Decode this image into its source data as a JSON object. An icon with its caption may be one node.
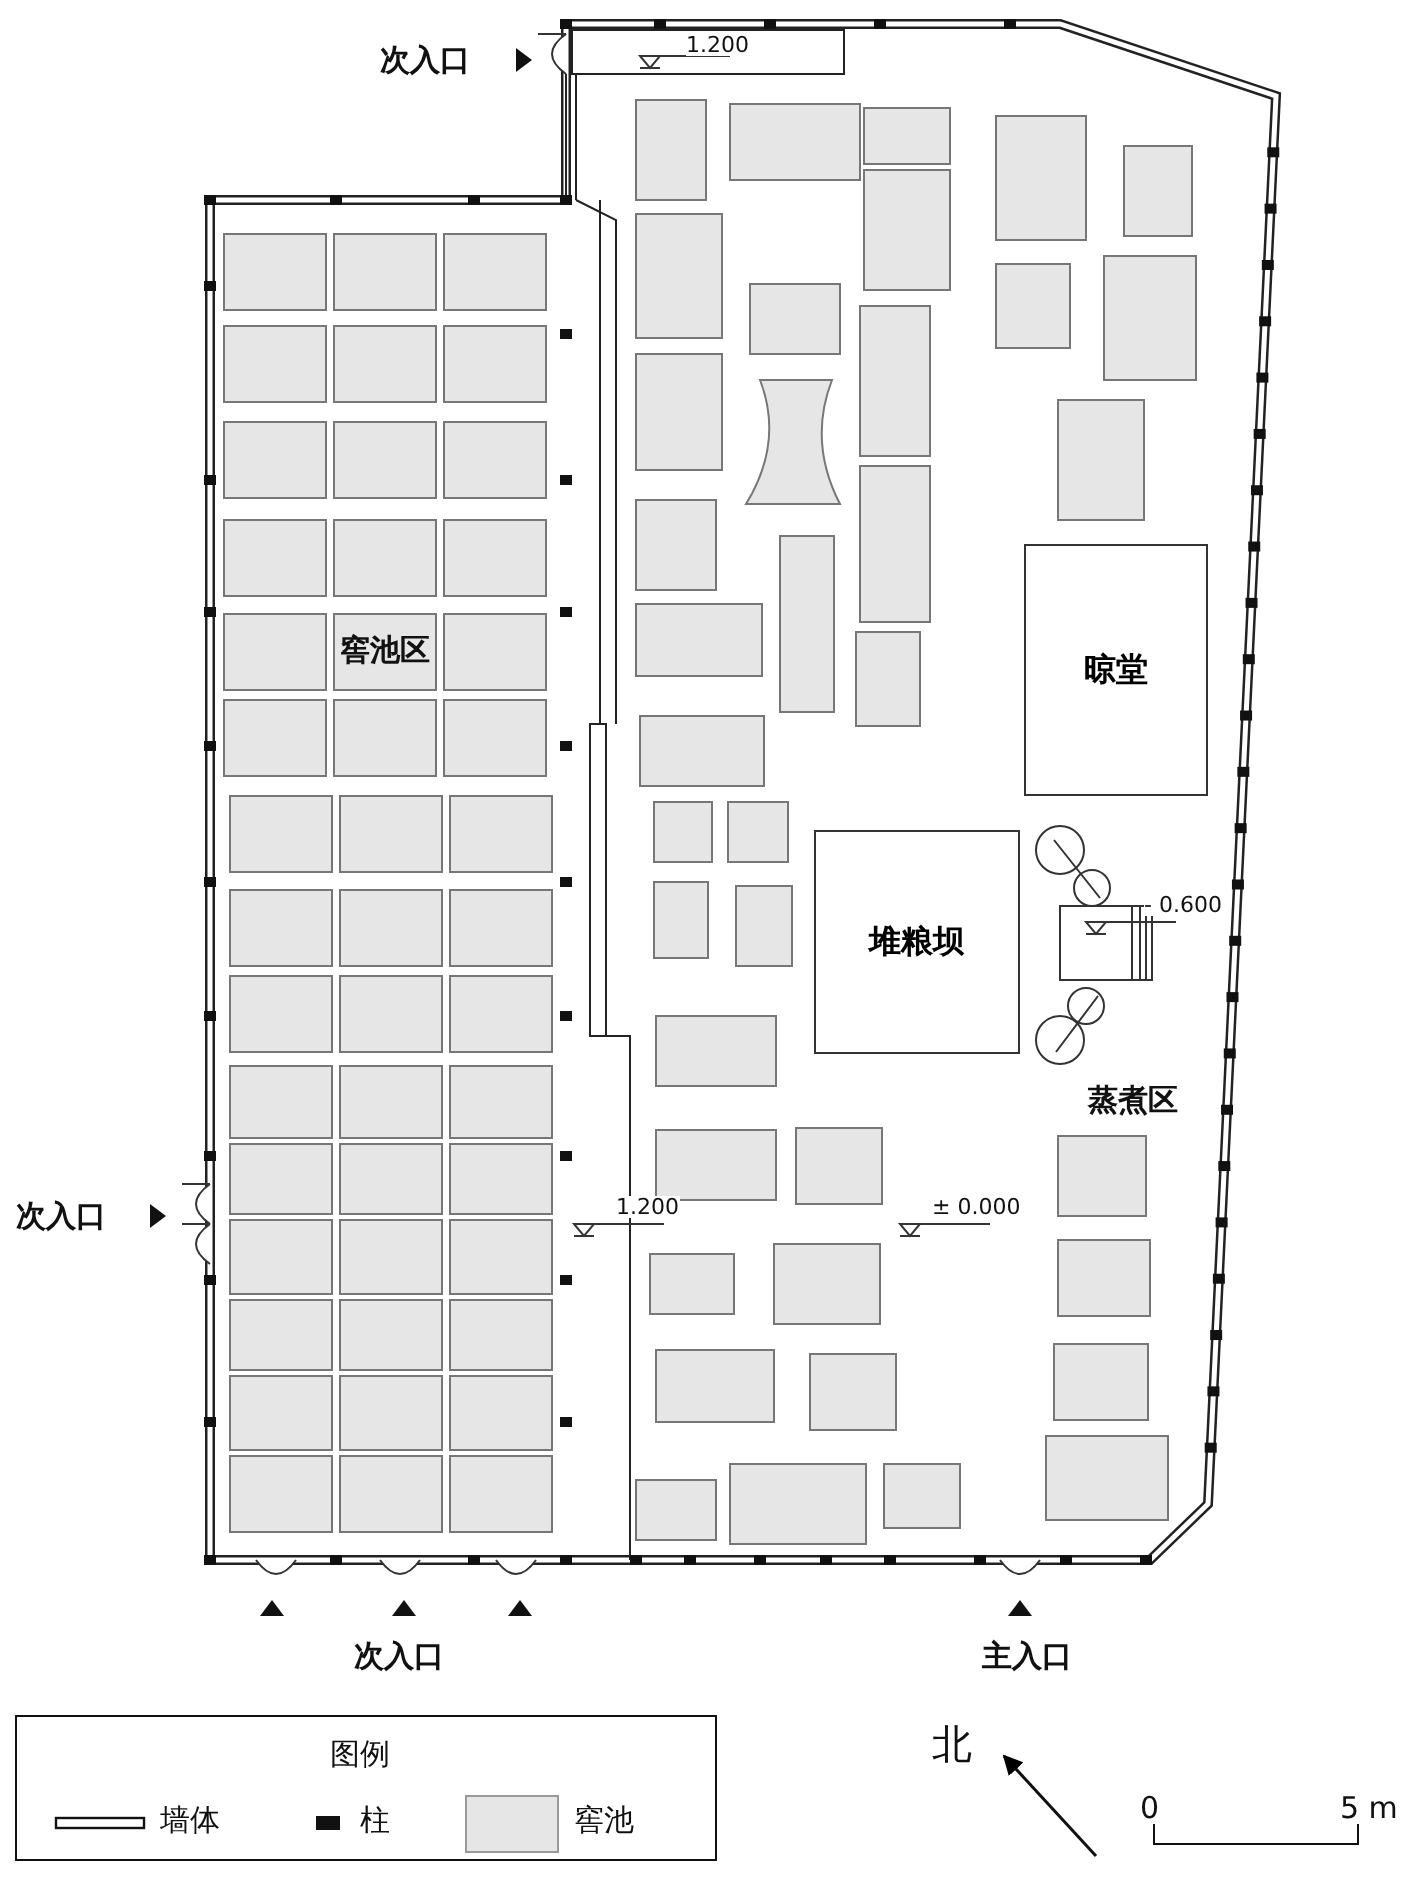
{
  "diagram": {
    "nodes": [
      {
        "text": [
          "晾堂"
        ]
      },
      {
        "text": [
          "堆粮坝"
        ]
      }
    ],
    "labels": [
      "次入口",
      "1.200",
      "窖池区",
      "- 0.600",
      "蒸煮区",
      "次入口",
      "1.200",
      "± 0.000",
      "次入口",
      "主入口",
      "图例",
      "北",
      "0",
      "5 m"
    ],
    "legend": [
      {
        "text": "墙体"
      },
      {
        "text": "柱"
      },
      {
        "text": "窖池",
        "color": "#e6e6e6"
      }
    ]
  }
}
